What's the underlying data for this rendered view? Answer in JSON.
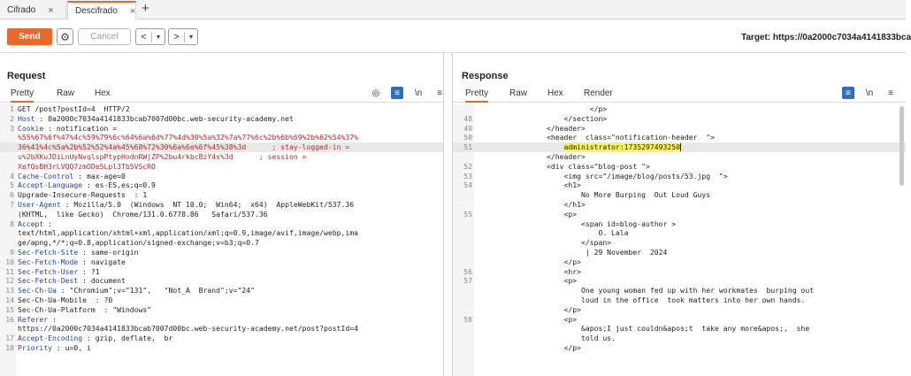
{
  "tabs": [
    {
      "label": "Cifrado",
      "close": "×"
    },
    {
      "label": "Descifrado",
      "close": "×"
    }
  ],
  "new_tab": "+",
  "toolbar": {
    "send": "Send",
    "cancel": "Cancel",
    "back": "<",
    "forward": ">",
    "dropdown": "▾",
    "target": "Target: https://0a2000c7034a4141833bca"
  },
  "request": {
    "title": "Request",
    "subtabs": [
      "Pretty",
      "Raw",
      "Hex"
    ],
    "lines": [
      {
        "n": "1",
        "t": "GET /post?postId=4  HTTP/2"
      },
      {
        "n": "2",
        "t": "Host : 0a2000c7034a4141833bcab7007d00bc.web-security-academy.net"
      },
      {
        "n": "3",
        "t": "Cookie : notification ="
      },
      {
        "n": "",
        "t": "%55%67%6f%47%4c%59%79%6c%64%6a%6d%77%4d%30%5a%32%7a%77%6c%2b%6b%69%2b%62%54%37%"
      },
      {
        "n": "",
        "t": "36%41%4c%5a%2b%52%52%4a%45%68%72%30%6a%6e%6f%45%38%3d      ; stay-logged-in =",
        "hl": true
      },
      {
        "n": "",
        "t": "u%2bXKuJDiLnUyNvqlspPtypHodnRWjZP%2bu4rkbcBzY4s%3d      ; session ="
      },
      {
        "n": "",
        "t": "XefQsBH3rLVQQ7zmODe5Lpl3Tb5VScRO"
      },
      {
        "n": "4",
        "t": "Cache-Control : max-age=0"
      },
      {
        "n": "5",
        "t": "Accept-Language : es-ES,es;q=0.9"
      },
      {
        "n": "6",
        "t": "Upgrade-Insecure-Requests  : 1"
      },
      {
        "n": "7",
        "t": "User-Agent : Mozilla/5.0  (Windows  NT 10.0;  Win64;  x64)  AppleWebKit/537.36"
      },
      {
        "n": "",
        "t": "(KHTML,  like Gecko)  Chrome/131.0.6778.86   Safari/537.36"
      },
      {
        "n": "8",
        "t": "Accept :"
      },
      {
        "n": "",
        "t": "text/html,application/xhtml+xml,application/xml;q=0.9,image/avif,image/webp,ima"
      },
      {
        "n": "",
        "t": "ge/apng,*/*;q=0.8,application/signed-exchange;v=b3;q=0.7"
      },
      {
        "n": "9",
        "t": "Sec-Fetch-Site : same-origin"
      },
      {
        "n": "10",
        "t": "Sec-Fetch-Mode : navigate"
      },
      {
        "n": "11",
        "t": "Sec-Fetch-User : ?1"
      },
      {
        "n": "12",
        "t": "Sec-Fetch-Dest : document"
      },
      {
        "n": "13",
        "t": "Sec-Ch-Ua : \"Chromium\";v=\"131\",   \"Not_A  Brand\";v=\"24\""
      },
      {
        "n": "14",
        "t": "Sec-Ch-Ua-Mobile  : ?0"
      },
      {
        "n": "15",
        "t": "Sec-Ch-Ua-Platform  : \"Windows\""
      },
      {
        "n": "16",
        "t": "Referer :"
      },
      {
        "n": "",
        "t": "https://0a2000c7034a4141833bcab7007d00bc.web-security-academy.net/post?postId=4"
      },
      {
        "n": "17",
        "t": "Accept-Encoding : gzip, deflate,  br"
      },
      {
        "n": "18",
        "t": "Priority : u=0, i"
      }
    ]
  },
  "response": {
    "title": "Response",
    "subtabs": [
      "Pretty",
      "Raw",
      "Hex",
      "Render"
    ],
    "lines": [
      {
        "n": "",
        "t": "                          </p>"
      },
      {
        "n": "48",
        "t": "                    </section>"
      },
      {
        "n": "49",
        "t": "                </header>"
      },
      {
        "n": "50",
        "t": "                <header  class=\"notification-header  \">"
      },
      {
        "n": "51",
        "t": "                    ",
        "sel": "administrator:1735297493250",
        "hl": true
      },
      {
        "n": "",
        "t": "                </header>"
      },
      {
        "n": "52",
        "t": "                <div class=\"blog-post \">"
      },
      {
        "n": "53",
        "t": "                    <img src=\"/image/blog/posts/53.jpg  \">"
      },
      {
        "n": "54",
        "t": "                    <h1>"
      },
      {
        "n": "",
        "t": "                        No More Burping  Out Loud Guys"
      },
      {
        "n": "",
        "t": "                    </h1>"
      },
      {
        "n": "55",
        "t": "                    <p>"
      },
      {
        "n": "",
        "t": "                        <span id=blog-author >"
      },
      {
        "n": "",
        "t": "                            O. Lala"
      },
      {
        "n": "",
        "t": "                        </span>"
      },
      {
        "n": "",
        "t": "                         | 29 November  2024"
      },
      {
        "n": "",
        "t": "                    </p>"
      },
      {
        "n": "56",
        "t": "                    <hr>"
      },
      {
        "n": "57",
        "t": "                    <p>"
      },
      {
        "n": "",
        "t": "                        One young woman fed up with her workmates  burping out"
      },
      {
        "n": "",
        "t": "                        loud in the office  took matters into her own hands."
      },
      {
        "n": "",
        "t": "                    </p>"
      },
      {
        "n": "58",
        "t": "                    <p>"
      },
      {
        "n": "",
        "t": "                        &apos;I just couldn&apos;t  take any more&apos;,  she"
      },
      {
        "n": "",
        "t": "                        told us."
      },
      {
        "n": "",
        "t": "                    </p>"
      }
    ]
  }
}
